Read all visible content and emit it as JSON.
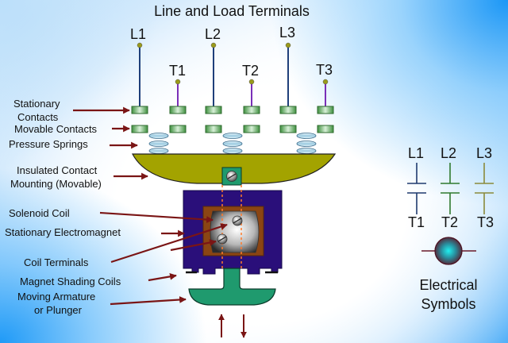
{
  "title": "Line and Load Terminals",
  "terminals": {
    "line": [
      "L1",
      "L2",
      "L3"
    ],
    "load": [
      "T1",
      "T2",
      "T3"
    ]
  },
  "labels": {
    "stationary_contacts": [
      "Stationary",
      "Contacts"
    ],
    "movable_contacts": "Movable Contacts",
    "pressure_springs": "Pressure Springs",
    "insulated_mounting": [
      "Insulated Contact",
      "Mounting (Movable)"
    ],
    "solenoid_coil": "Solenoid Coil",
    "stationary_electromagnet": "Stationary Electromagnet",
    "coil_terminals": "Coil Terminals",
    "shading_coils": "Magnet Shading Coils",
    "armature": [
      "Moving Armature",
      "or Plunger"
    ]
  },
  "symbols": {
    "line": [
      "L1",
      "L2",
      "L3"
    ],
    "load": [
      "T1",
      "T2",
      "T3"
    ],
    "caption": [
      "Electrical",
      "Symbols"
    ],
    "colors": [
      "#1f3a6e",
      "#2f7a2f",
      "#8a8a3a"
    ]
  },
  "colors": {
    "arrow": "#7a1515",
    "line_wire": "#1f3f7a",
    "load_wire": "#7a2fb8",
    "contact": "#4caf50",
    "mounting": "#a3a300",
    "magnet_body": "#2a0f7a",
    "coil_frame": "#8b4513",
    "armature": "#1f9a6e",
    "terminal_dot": "#9a9a1a"
  }
}
